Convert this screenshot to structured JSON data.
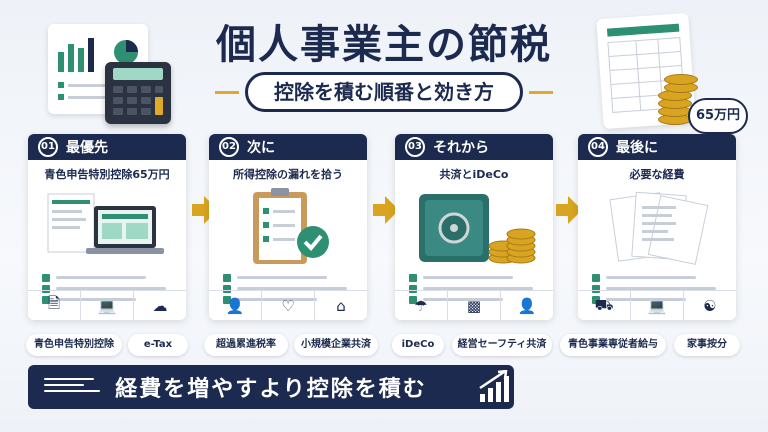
{
  "title": "個人事業主の節税",
  "subtitle": "控除を積む順番と効き方",
  "badge": "65万円",
  "steps": [
    {
      "num": "01",
      "head": "最優先",
      "sub": "青色申告特別控除65万円",
      "icons": [
        "document-icon",
        "laptop-icon",
        "cloud-upload-icon"
      ],
      "tags": [
        "青色申告特別控除",
        "e-Tax"
      ]
    },
    {
      "num": "02",
      "head": "次に",
      "sub": "所得控除の漏れを拾う",
      "icons": [
        "person-icon",
        "heartbeat-icon",
        "house-icon"
      ],
      "tags": [
        "超過累進税率",
        "小規模企業共済"
      ]
    },
    {
      "num": "03",
      "head": "それから",
      "sub": "共済とiDeCo",
      "icons": [
        "umbrella-icon",
        "bar-chart-icon",
        "person-icon"
      ],
      "tags": [
        "iDeCo",
        "経営セーフティ共済"
      ]
    },
    {
      "num": "04",
      "head": "最後に",
      "sub": "必要な経費",
      "icons": [
        "car-icon",
        "laptop-icon",
        "utensils-icon"
      ],
      "tags": [
        "青色事業専従者給与",
        "家事按分"
      ]
    }
  ],
  "banner": "経費を増やすより控除を積む",
  "colors": {
    "navy": "#1b2a4e",
    "gold": "#e0a92b",
    "green": "#2f8f72"
  }
}
